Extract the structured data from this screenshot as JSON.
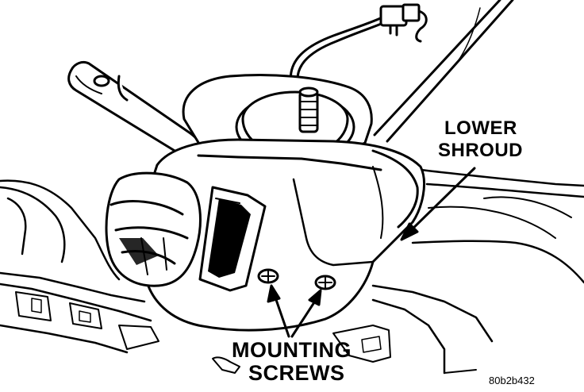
{
  "figure": {
    "labels": {
      "lower_shroud_line1": "LOWER",
      "lower_shroud_line2": "SHROUD",
      "mounting_screws_line1": "MOUNTING",
      "mounting_screws_line2": "SCREWS"
    },
    "figure_id": "80b2b432",
    "colors": {
      "ink": "#000000",
      "paper": "#ffffff"
    }
  }
}
